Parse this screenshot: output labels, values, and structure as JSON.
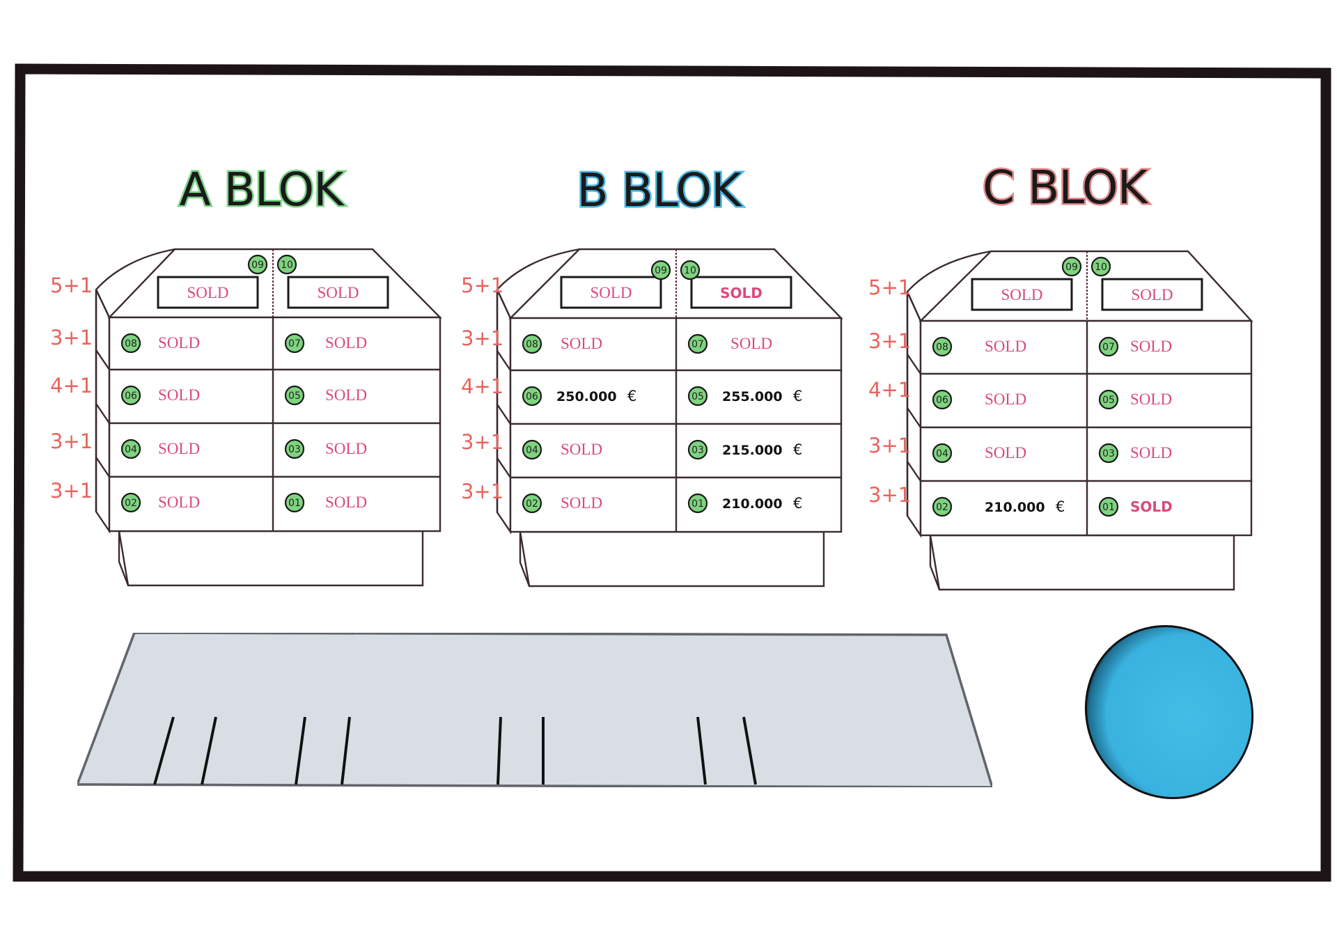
{
  "colors": {
    "frame": "#1c1416",
    "floor_label": "#e8645c",
    "sold_text": "#d94a7c",
    "badge_fill": "#7fd47f",
    "parking_fill": "#dfe4ea",
    "pool_fill": "#3cb6e2",
    "title_glow": {
      "A": "#7fd48a",
      "B": "#49b6e0",
      "C": "#e08a8a"
    }
  },
  "blocks": [
    {
      "id": "A",
      "title": "A BLOK",
      "floor_labels": [
        "5+1",
        "3+1",
        "4+1",
        "3+1",
        "3+1"
      ],
      "penthouse": [
        {
          "unit": "09",
          "status": "SOLD",
          "price": null
        },
        {
          "unit": "10",
          "status": "SOLD",
          "price": null
        }
      ],
      "rows": [
        [
          {
            "unit": "08",
            "status": "SOLD",
            "price": null
          },
          {
            "unit": "07",
            "status": "SOLD",
            "price": null
          }
        ],
        [
          {
            "unit": "06",
            "status": "SOLD",
            "price": null
          },
          {
            "unit": "05",
            "status": "SOLD",
            "price": null
          }
        ],
        [
          {
            "unit": "04",
            "status": "SOLD",
            "price": null
          },
          {
            "unit": "03",
            "status": "SOLD",
            "price": null
          }
        ],
        [
          {
            "unit": "02",
            "status": "SOLD",
            "price": null
          },
          {
            "unit": "01",
            "status": "SOLD",
            "price": null
          }
        ]
      ]
    },
    {
      "id": "B",
      "title": "B BLOK",
      "floor_labels": [
        "5+1",
        "3+1",
        "4+1",
        "3+1",
        "3+1"
      ],
      "penthouse": [
        {
          "unit": "09",
          "status": "SOLD",
          "price": null
        },
        {
          "unit": "10",
          "status": "SOLD",
          "price": null
        }
      ],
      "rows": [
        [
          {
            "unit": "08",
            "status": "SOLD",
            "price": null
          },
          {
            "unit": "07",
            "status": "SOLD",
            "price": null
          }
        ],
        [
          {
            "unit": "06",
            "status": "available",
            "price": "250.000",
            "currency": "€"
          },
          {
            "unit": "05",
            "status": "available",
            "price": "255.000",
            "currency": "€"
          }
        ],
        [
          {
            "unit": "04",
            "status": "SOLD",
            "price": null
          },
          {
            "unit": "03",
            "status": "available",
            "price": "215.000",
            "currency": "€"
          }
        ],
        [
          {
            "unit": "02",
            "status": "SOLD",
            "price": null
          },
          {
            "unit": "01",
            "status": "available",
            "price": "210.000",
            "currency": "€"
          }
        ]
      ]
    },
    {
      "id": "C",
      "title": "C BLOK",
      "floor_labels": [
        "5+1",
        "3+1",
        "4+1",
        "3+1",
        "3+1"
      ],
      "penthouse": [
        {
          "unit": "09",
          "status": "SOLD",
          "price": null
        },
        {
          "unit": "10",
          "status": "SOLD",
          "price": null
        }
      ],
      "rows": [
        [
          {
            "unit": "08",
            "status": "SOLD",
            "price": null
          },
          {
            "unit": "07",
            "status": "SOLD",
            "price": null
          }
        ],
        [
          {
            "unit": "06",
            "status": "SOLD",
            "price": null
          },
          {
            "unit": "05",
            "status": "SOLD",
            "price": null
          }
        ],
        [
          {
            "unit": "04",
            "status": "SOLD",
            "price": null
          },
          {
            "unit": "03",
            "status": "SOLD",
            "price": null
          }
        ],
        [
          {
            "unit": "02",
            "status": "available",
            "price": "210.000",
            "currency": "€"
          },
          {
            "unit": "01",
            "status": "SOLD",
            "price": null
          }
        ]
      ]
    }
  ],
  "site": {
    "parking_area": "parking-lot",
    "parking_space_dividers": 8,
    "pool": "swimming-pool"
  }
}
